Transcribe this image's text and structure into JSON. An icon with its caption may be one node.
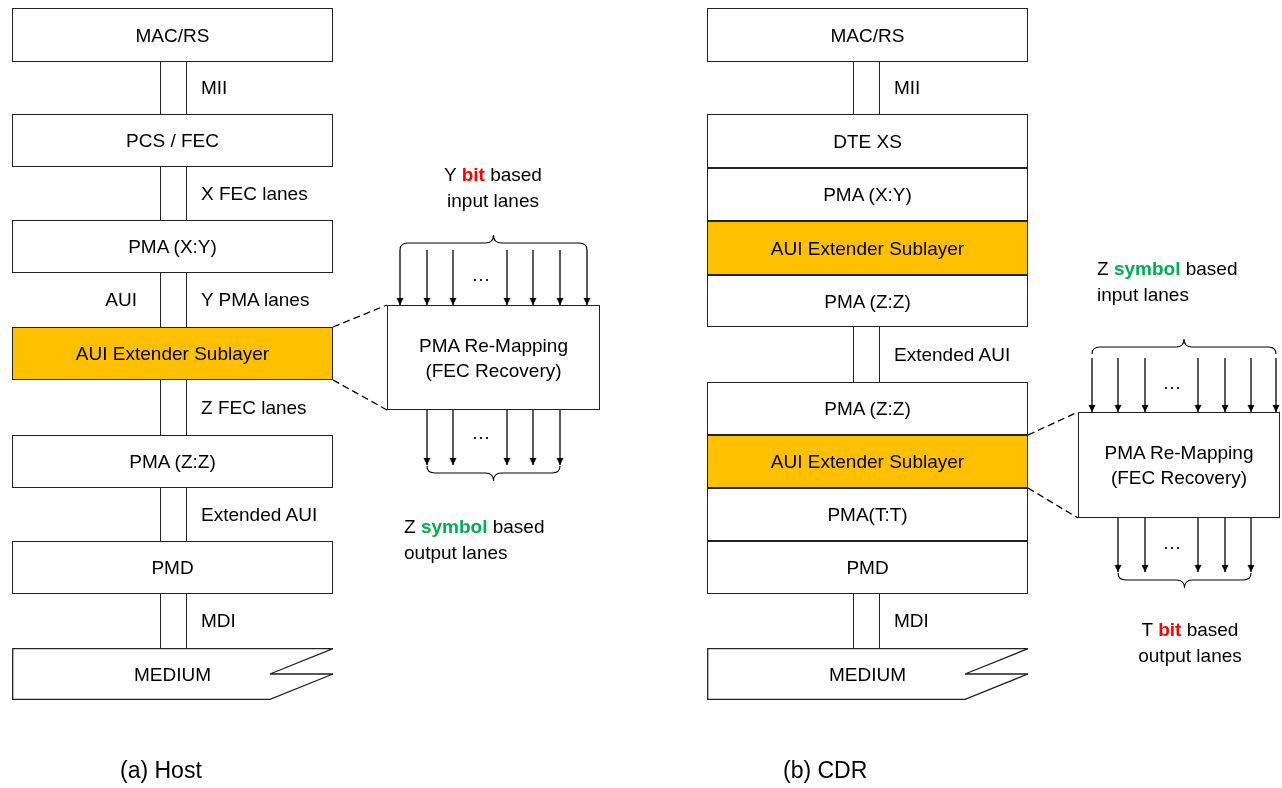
{
  "diagram": {
    "nodes": [
      {
        "text": [
          "MAC/RS"
        ]
      },
      {
        "text": [],
        "shape": "bar",
        "beside": [
          "MII"
        ]
      },
      {
        "text": [
          "PCS / FEC"
        ]
      },
      {
        "text": [],
        "shape": "bar",
        "beside": [
          "X FEC lanes"
        ]
      },
      {
        "text": [
          "PMA (X:Y)"
        ]
      },
      {
        "text": [],
        "shape": "bar",
        "beside": [
          "AUI",
          "Y PMA lanes"
        ]
      },
      {
        "text": [
          "AUI Extender Sublayer"
        ]
      },
      {
        "text": [],
        "shape": "bar",
        "beside": [
          "Z FEC lanes"
        ]
      },
      {
        "text": [
          "PMA (Z:Z)"
        ]
      },
      {
        "text": [],
        "shape": "bar",
        "beside": [
          "Extended AUI"
        ]
      },
      {
        "text": [
          "PMD"
        ]
      },
      {
        "text": [],
        "shape": "bar",
        "beside": [
          "MDI"
        ]
      },
      {
        "text": [
          "MEDIUM"
        ]
      },
      {
        "text": [
          "PMA Re-Mapping (FEC Recovery)"
        ]
      },
      {
        "text": [
          "MAC/RS"
        ]
      },
      {
        "text": [],
        "shape": "bar",
        "beside": [
          "MII"
        ]
      },
      {
        "text": [
          "DTE XS"
        ]
      },
      {
        "text": [
          "PMA (X:Y)"
        ]
      },
      {
        "text": [
          "AUI Extender Sublayer"
        ]
      },
      {
        "text": [
          "PMA (Z:Z)"
        ]
      },
      {
        "text": [],
        "shape": "bar",
        "beside": [
          "Extended AUI"
        ]
      },
      {
        "text": [
          "PMA (Z:Z)"
        ]
      },
      {
        "text": [
          "AUI Extender Sublayer"
        ]
      },
      {
        "text": [
          "PMA(T:T)"
        ]
      },
      {
        "text": [
          "PMD"
        ]
      },
      {
        "text": [],
        "shape": "bar",
        "beside": [
          "MDI"
        ]
      },
      {
        "text": [
          "MEDIUM"
        ]
      },
      {
        "text": [
          "PMA Re-Mapping (FEC Recovery)"
        ]
      }
    ],
    "edges": [
      {
        "from": 6,
        "to": 13,
        "arrow": "none",
        "style": "dashed"
      },
      {
        "from": 6,
        "to": 13,
        "arrow": "none",
        "style": "dashed"
      },
      {
        "from": null,
        "to": 13,
        "arrow": "to"
      },
      {
        "from": null,
        "to": 13,
        "arrow": "to"
      },
      {
        "from": null,
        "to": 13,
        "arrow": "to"
      },
      {
        "from": null,
        "to": 13,
        "arrow": "to"
      },
      {
        "from": null,
        "to": 13,
        "arrow": "to"
      },
      {
        "from": null,
        "to": 13,
        "arrow": "to"
      },
      {
        "from": null,
        "to": 13,
        "arrow": "to"
      },
      {
        "from": 13,
        "to": null,
        "arrow": "to"
      },
      {
        "from": 13,
        "to": null,
        "arrow": "to"
      },
      {
        "from": 13,
        "to": null,
        "arrow": "to"
      },
      {
        "from": 13,
        "to": null,
        "arrow": "to"
      },
      {
        "from": 13,
        "to": null,
        "arrow": "to"
      },
      {
        "from": 22,
        "to": 27,
        "arrow": "none",
        "style": "dashed"
      },
      {
        "from": 22,
        "to": 27,
        "arrow": "none",
        "style": "dashed"
      },
      {
        "from": null,
        "to": 27,
        "arrow": "to"
      },
      {
        "from": null,
        "to": 27,
        "arrow": "to"
      },
      {
        "from": null,
        "to": 27,
        "arrow": "to"
      },
      {
        "from": null,
        "to": 27,
        "arrow": "to"
      },
      {
        "from": null,
        "to": 27,
        "arrow": "to"
      },
      {
        "from": null,
        "to": 27,
        "arrow": "to"
      },
      {
        "from": null,
        "to": 27,
        "arrow": "to"
      },
      {
        "from": 27,
        "to": null,
        "arrow": "to"
      },
      {
        "from": 27,
        "to": null,
        "arrow": "to"
      },
      {
        "from": 27,
        "to": null,
        "arrow": "to"
      },
      {
        "from": 27,
        "to": null,
        "arrow": "to"
      },
      {
        "from": 27,
        "to": null,
        "arrow": "to"
      }
    ],
    "labels": [
      "Y **bit** based input lanes",
      "…",
      "…",
      "Z **symbol** based output lanes",
      "Z **symbol** based input lanes",
      "…",
      "…",
      "T **bit** based output lanes",
      "(a) Host",
      "(b) CDR"
    ]
  }
}
